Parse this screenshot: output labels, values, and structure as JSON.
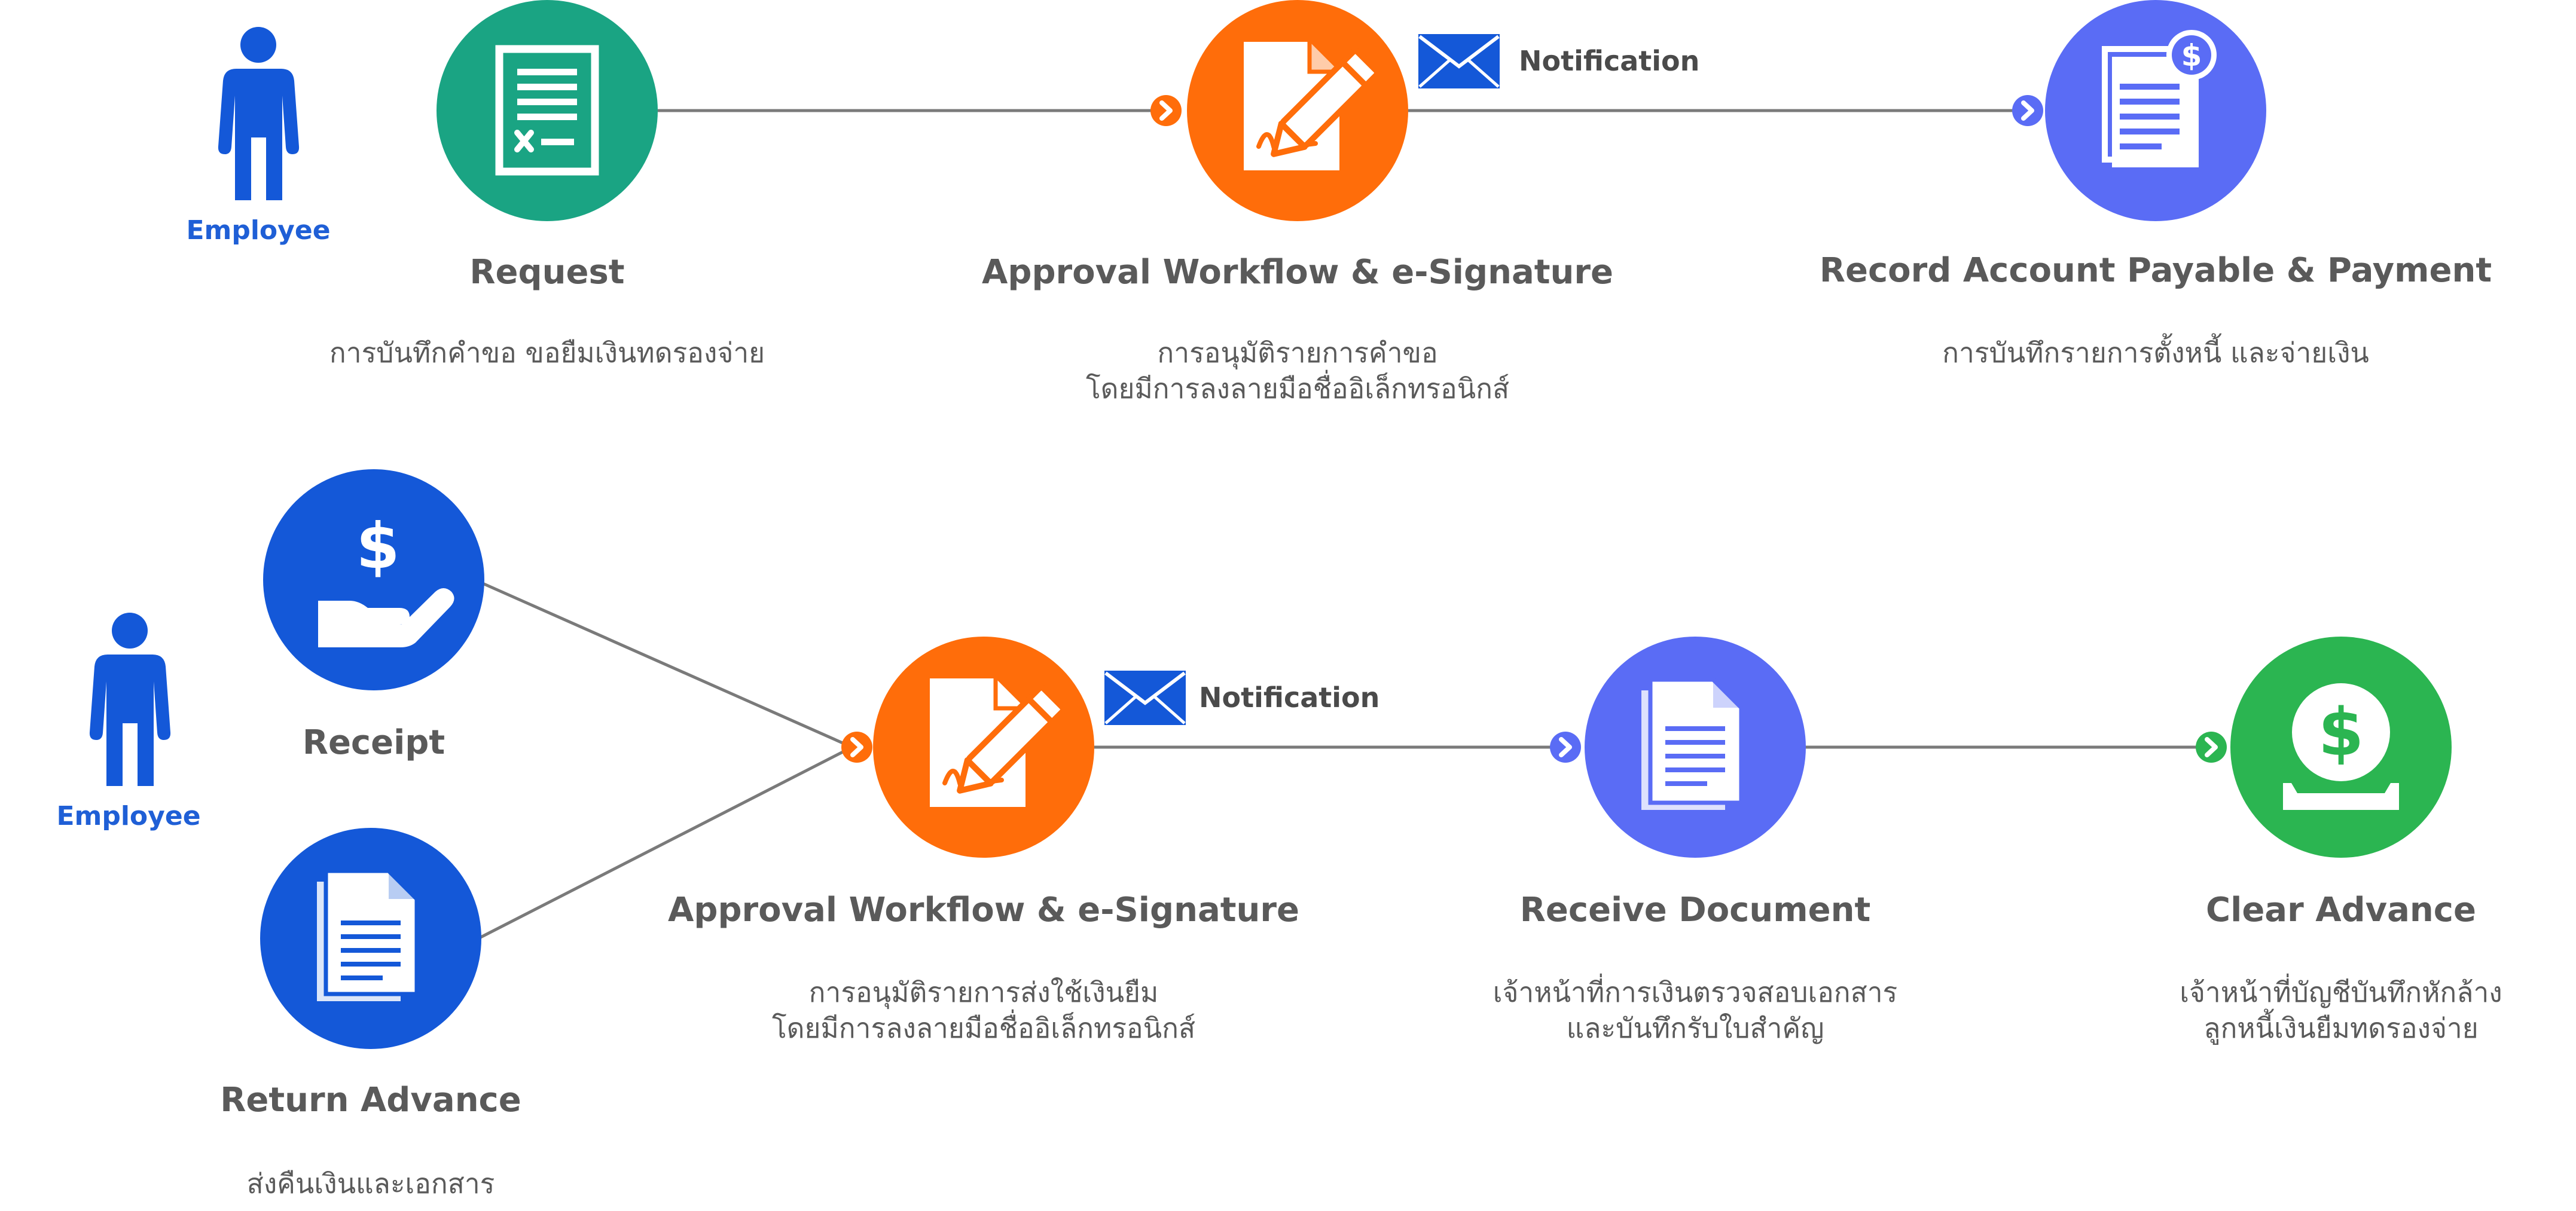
{
  "colors": {
    "teal": "#1aa483",
    "orange": "#ff6d0a",
    "indigo": "#5a6cf5",
    "blue": "#1458d8",
    "green": "#2bb551",
    "text": "#5a5a5a",
    "employee": "#1f5fd6",
    "line": "#7a7a7a"
  },
  "row1": {
    "employee_label": "Employee",
    "request": {
      "title": "Request",
      "desc": [
        "การบันทึกคำขอ ขอยืมเงินทดรองจ่าย"
      ],
      "icon": "form-document-icon"
    },
    "approval": {
      "title": "Approval Workflow & e-Signature",
      "desc": [
        "การอนุมัติรายการคำขอ",
        "โดยมีการลงลายมือชื่ออิเล็กทรอนิกส์"
      ],
      "icon": "sign-document-icon"
    },
    "notification": "Notification",
    "payment": {
      "title": "Record Account Payable & Payment",
      "desc": [
        "การบันทึกรายการตั้งหนี้ และจ่ายเงิน"
      ],
      "icon": "invoice-dollar-icon"
    }
  },
  "row2": {
    "employee_label": "Employee",
    "receipt": {
      "title": "Receipt",
      "icon": "hand-dollar-icon"
    },
    "return_advance": {
      "title": "Return Advance",
      "desc": [
        "ส่งคืนเงินและเอกสาร"
      ],
      "icon": "documents-icon"
    },
    "approval": {
      "title": "Approval Workflow & e-Signature",
      "desc": [
        "การอนุมัติรายการส่งใช้เงินยืม",
        "โดยมีการลงลายมือชื่ออิเล็กทรอนิกส์"
      ],
      "icon": "sign-document-icon"
    },
    "notification": "Notification",
    "receive_document": {
      "title": "Receive Document",
      "desc": [
        "เจ้าหน้าที่การเงินตรวจสอบเอกสาร",
        "และบันทึกรับใบสำคัญ"
      ],
      "icon": "document-icon"
    },
    "clear_advance": {
      "title": "Clear Advance",
      "desc": [
        "เจ้าหน้าที่บัญชีบันทึกหักล้าง",
        "ลูกหนี้เงินยืมทดรองจ่าย"
      ],
      "icon": "coin-tray-icon"
    }
  }
}
